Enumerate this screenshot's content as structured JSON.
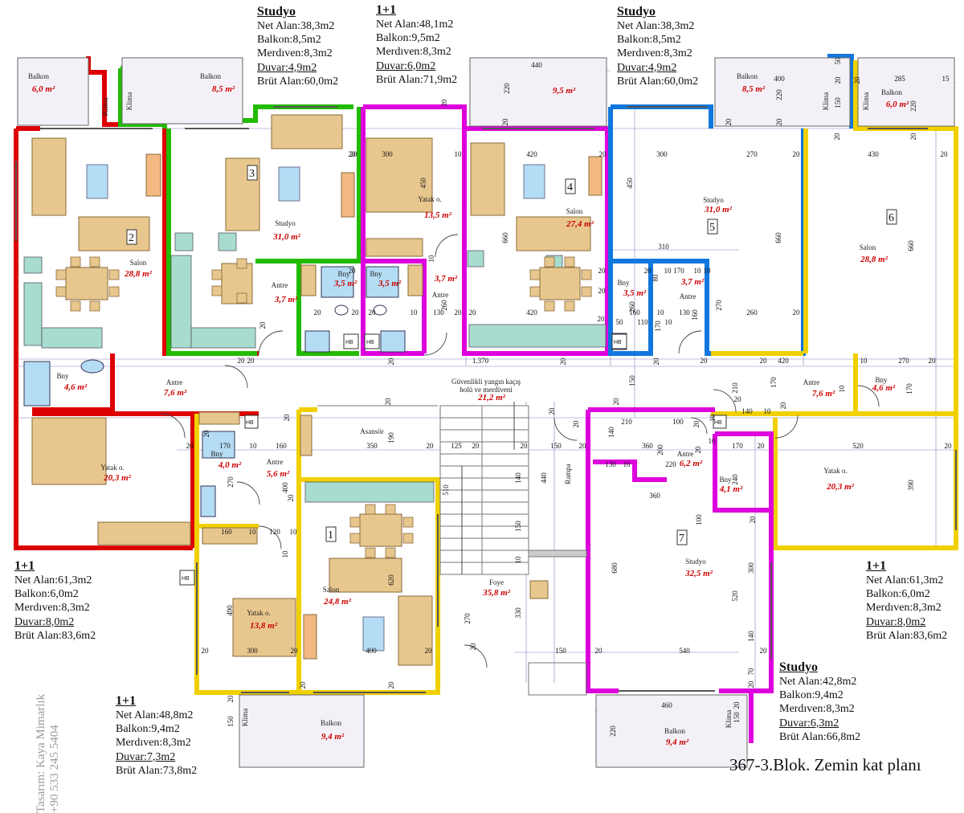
{
  "title": "367-3.Blok. Zemin kat planı",
  "credit": {
    "line1": "Tasarım: Kaya Mimarlık",
    "line2": "+90 533 245 5404"
  },
  "colors": {
    "unit1": "#f0d000",
    "unit2": "#dd0000",
    "unit3": "#22bb00",
    "unit4": "#dd00dd",
    "unit5": "#1177dd",
    "unit6": "#f0d000",
    "unit7": "#dd00dd",
    "area_label": "#cc0000",
    "furniture": "#e8c78e",
    "kitchen": "#a8dccf"
  },
  "units": [
    {
      "id": "studyo-top-left",
      "title": "Studyo",
      "net": "Net Alan:38,3m2",
      "balkon": "Balkon:8,5m2",
      "merdiven": "Merdıven:8,3m2",
      "duvar": "Duvar:4,9m2",
      "brut": "Brüt Alan:60,0m2"
    },
    {
      "id": "1plus1-top-middle",
      "title": "1+1",
      "net": "Net Alan:48,1m2",
      "balkon": "Balkon:9,5m2",
      "merdiven": "Merdıven:8,3m2",
      "duvar": "Duvar:6,0m2",
      "brut": "Brüt Alan:71,9m2"
    },
    {
      "id": "studyo-top-right",
      "title": "Studyo",
      "net": "Net Alan:38,3m2",
      "balkon": "Balkon:8,5m2",
      "merdiven": "Merdıven:8,3m2",
      "duvar": "Duvar:4,9m2",
      "brut": "Brüt Alan:60,0m2"
    },
    {
      "id": "1plus1-left",
      "title": "1+1",
      "net": "Net Alan:61,3m2",
      "balkon": "Balkon:6,0m2",
      "merdiven": "Merdıven:8,3m2",
      "duvar": "Duvar:8,0m2",
      "brut": "Brüt Alan:83,6m2"
    },
    {
      "id": "1plus1-right",
      "title": "1+1",
      "net": "Net Alan:61,3m2",
      "balkon": "Balkon:6,0m2",
      "merdiven": "Merdıven:8,3m2",
      "duvar": "Duvar:8,0m2",
      "brut": "Brüt Alan:83,6m2"
    },
    {
      "id": "1plus1-bottom",
      "title": "1+1",
      "net": "Net Alan:48,8m2",
      "balkon": "Balkon:9,4m2",
      "merdiven": "Merdıven:8,3m2",
      "duvar": "Duvar:7,3m2",
      "brut": "Brüt Alan:73,8m2"
    },
    {
      "id": "studyo-bottom-right",
      "title": "Studyo",
      "net": "Net Alan:42,8m2",
      "balkon": "Balkon:9,4m2",
      "merdiven": "Merdıven:8,3m2",
      "duvar": "Duvar:6,3m2",
      "brut": "Brüt Alan:66,8m2"
    }
  ],
  "unit_numbers": [
    "1",
    "2",
    "3",
    "4",
    "5",
    "6",
    "7"
  ],
  "rooms": {
    "balkon": "Balkon",
    "salon": "Salon",
    "studyo": "Studyo",
    "antre": "Antre",
    "bny": "Bny",
    "yatak": "Yatak o.",
    "klima": "Klima",
    "hb": "HB",
    "asansor": "Asansör",
    "rampa": "Rampa",
    "foye": "Foye",
    "stair_line1": "Güvenlikli yangın kaçış",
    "stair_line2": "holü ve merdiveni"
  },
  "areas": {
    "a1": "6,0 m²",
    "a2": "8,5 m²",
    "a3": "9,5 m²",
    "a4": "8,5 m²",
    "a5": "6,0 m²",
    "a6": "28,8 m²",
    "a7": "31,0 m²",
    "a8": "13,5 m²",
    "a9": "27,4 m²",
    "a10": "31,0 m²",
    "a11": "28,8 m²",
    "a12": "3,5 m²",
    "a13": "3,5 m²",
    "a14": "3,7 m²",
    "a15": "3,7 m²",
    "a16": "3,5 m²",
    "a17": "3,7 m²",
    "a18": "4,6 m²",
    "a19": "7,6 m²",
    "a20": "21,2 m²",
    "a21": "7,6 m²",
    "a22": "4,6 m²",
    "a23": "20,3 m²",
    "a24": "4,0 m²",
    "a25": "5,6 m²",
    "a26": "6,2 m²",
    "a27": "4,1 m²",
    "a28": "20,3 m²",
    "a29": "24,8 m²",
    "a30": "13,8 m²",
    "a31": "35,8 m²",
    "a32": "32,5 m²",
    "a33": "9,4 m²",
    "a34": "9,4 m²"
  },
  "dims": {
    "d440": "440",
    "d220": "220",
    "d20": "20",
    "d400": "400",
    "d285": "285",
    "d15": "15",
    "d50": "50",
    "d150": "150",
    "d300": "300",
    "d10": "10",
    "d420": "420",
    "d270": "270",
    "d430": "430",
    "d450": "450",
    "d660": "660",
    "d310": "310",
    "d170": "170",
    "d80": "80",
    "d130": "130",
    "d260": "260",
    "d110": "110",
    "d1370": "1.370",
    "d100": "100",
    "d210": "210",
    "d360": "360",
    "d200": "200",
    "d140": "140",
    "d520": "520",
    "d390": "390",
    "d350": "350",
    "d190": "190",
    "d125": "125",
    "d160": "160",
    "d120": "120",
    "d510": "510",
    "d620": "620",
    "d490": "490",
    "d330": "330",
    "d680": "680",
    "d540": "540",
    "d460": "460",
    "d70": "70",
    "d240": "240",
    "d1xx": "1"
  }
}
